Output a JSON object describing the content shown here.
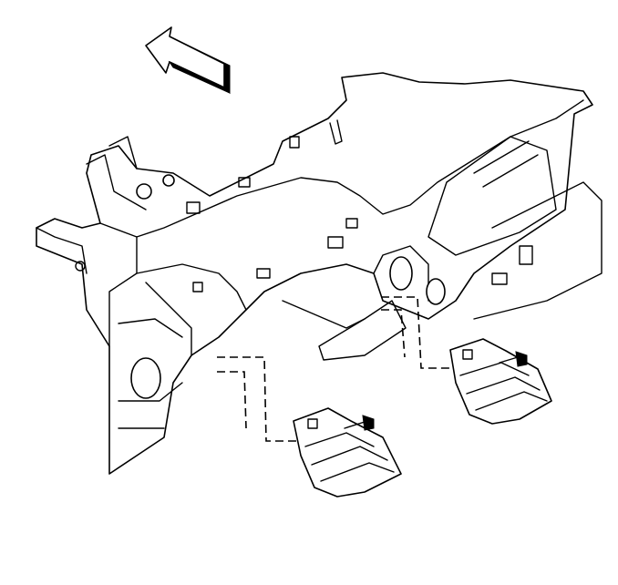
{
  "diagram": {
    "colors": {
      "line": "#000000",
      "background": "#ffffff"
    },
    "icons": [
      "direction-arrow-icon",
      "bolt-icon"
    ],
    "parts": [
      "instrument-panel-carrier",
      "left-bracket",
      "right-bracket",
      "left-bolt",
      "right-bolt"
    ]
  }
}
